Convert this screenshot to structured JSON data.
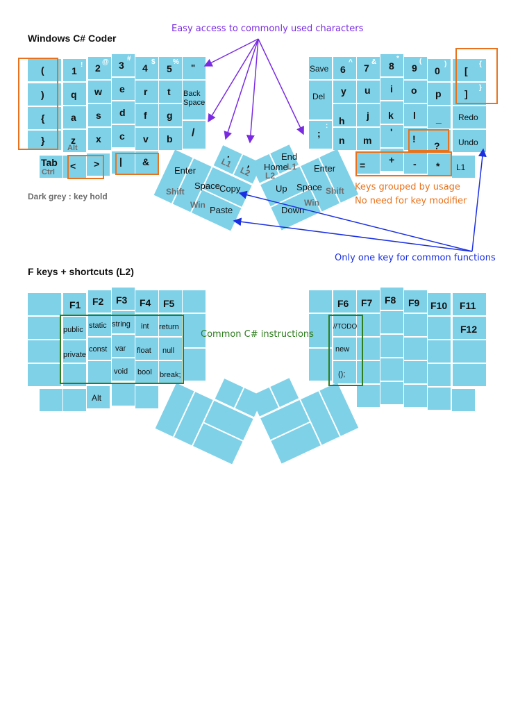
{
  "titles": {
    "main": "Windows C# Coder",
    "fkeys": "F keys + shortcuts (L2)",
    "legend": "Dark grey : key hold"
  },
  "annotations": {
    "easy_access": "Easy access to commonly used characters",
    "grouped": "Keys grouped by usage",
    "no_modifier": "No need for key modifier",
    "one_key": "Only one key for common functions",
    "csharp": "Common C# instructions"
  },
  "colors": {
    "key": "#7fd1e8",
    "orange": "#e8731c",
    "blue": "#1a2fe0",
    "purple": "#7a2be2",
    "green": "#2e7d1e",
    "hold": "#6b6b6b"
  },
  "layer1": {
    "left": {
      "brackets": [
        "(",
        ")",
        "{",
        "}"
      ],
      "num_row": [
        {
          "main": "1",
          "sup": "!"
        },
        {
          "main": "2",
          "sup": "@"
        },
        {
          "main": "3",
          "sup": "#"
        },
        {
          "main": "4",
          "sup": "$"
        },
        {
          "main": "5",
          "sup": "%"
        },
        {
          "main": "\"",
          "sup": ""
        }
      ],
      "row2": [
        "q",
        "w",
        "e",
        "r",
        "t",
        "Back Space"
      ],
      "row3": [
        "a",
        "s",
        "d",
        "f",
        "g",
        "/"
      ],
      "row4": [
        "z",
        "x",
        "c",
        "v",
        "b"
      ],
      "z_hold": "Alt",
      "tab": "Tab",
      "tab_hold": "Ctrl",
      "bottom": [
        "<",
        ">",
        "|",
        "&"
      ],
      "thumb": {
        "dot": ".",
        "dot_hold": "L1",
        "comma": ",",
        "comma_hold": "L2",
        "enter": "Enter",
        "shift_hold": "Shift",
        "space": "Space",
        "win_hold": "Win",
        "copy": "Copy",
        "paste": "Paste"
      }
    },
    "right": {
      "top_row": [
        {
          "main": "Save",
          "sup": ""
        },
        {
          "main": "6",
          "sup": "^"
        },
        {
          "main": "7",
          "sup": "&"
        },
        {
          "main": "8",
          "sup": "*"
        },
        {
          "main": "9",
          "sup": "("
        },
        {
          "main": "0",
          "sup": ")"
        },
        {
          "main": "[",
          "sup": "{"
        }
      ],
      "row2": [
        "Del",
        "y",
        "u",
        "i",
        "o",
        "p",
        "]"
      ],
      "row2_sup": "}",
      "row3": [
        ";",
        "h",
        "j",
        "k",
        "l",
        "_",
        "Redo"
      ],
      "row3_sup": ":",
      "row4": [
        "n",
        "m",
        "'",
        "!",
        "?",
        "Undo"
      ],
      "bottom": [
        "=",
        "+",
        "-",
        "*",
        "L1"
      ],
      "thumb": {
        "end": "End",
        "home": "Home",
        "l1_hold": "L1",
        "l2_hold": "L2",
        "enter": "Enter",
        "up": "Up",
        "space": "Space",
        "shift_hold": "Shift",
        "win_hold": "Win",
        "down": "Down"
      }
    }
  },
  "layer2": {
    "left_f": [
      "F1",
      "F2",
      "F3",
      "F4",
      "F5"
    ],
    "right_f": [
      "F6",
      "F7",
      "F8",
      "F9",
      "F10",
      "F11",
      "F12"
    ],
    "left_words": {
      "row1": [
        "public",
        "static",
        "string",
        "int",
        "return"
      ],
      "row2": [
        "private",
        "const",
        "var",
        "float",
        "null"
      ],
      "row3": [
        "void",
        "bool",
        "break;"
      ]
    },
    "right_words": [
      "//TODO",
      "new",
      "();"
    ],
    "alt": "Alt"
  }
}
